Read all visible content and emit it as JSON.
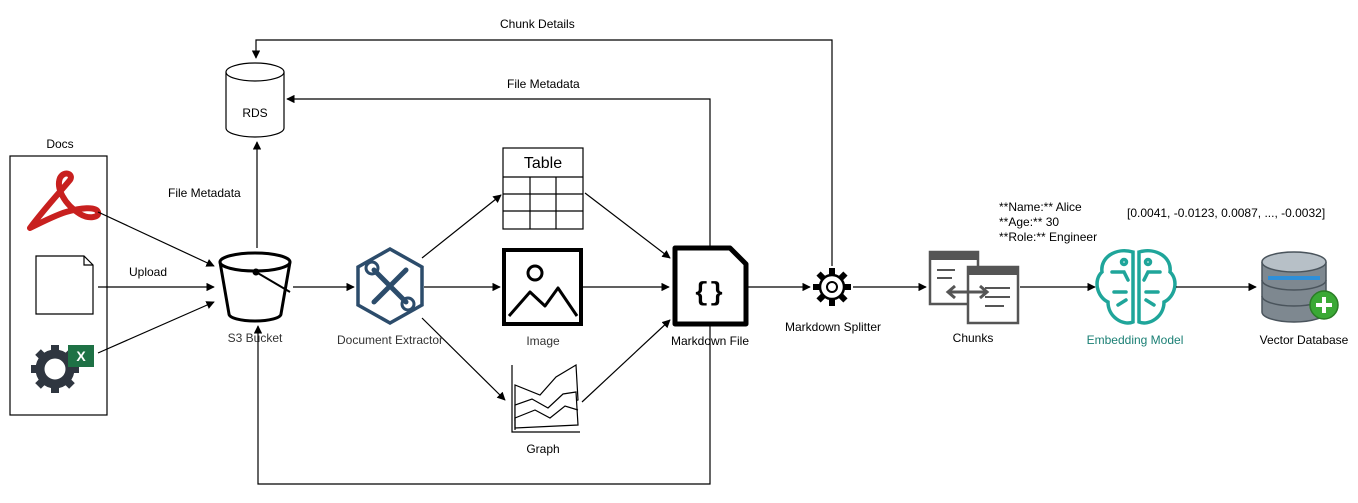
{
  "docs": {
    "title": "Docs"
  },
  "nodes": {
    "rds": "RDS",
    "s3": "S3 Bucket",
    "extractor": "Document Extractor",
    "table": "Table",
    "image": "Image",
    "graph": "Graph",
    "markdown_file": "Markdown File",
    "splitter": "Markdown Splitter",
    "chunks": "Chunks",
    "embedding": "Embedding Model",
    "vectordb": "Vector Database"
  },
  "edges": {
    "upload": "Upload",
    "file_metadata_up": "File Metadata",
    "file_metadata_top": "File Metadata",
    "chunk_details": "Chunk Details"
  },
  "chunk_sample": [
    "**Name:** Alice",
    "**Age:** 30",
    "**Role:** Engineer"
  ],
  "vector_sample": "[0.0041, -0.0123, 0.0087, ..., -0.0032]",
  "colors": {
    "pdf": "#c8201f",
    "excel": "#1e7145",
    "teal": "#1fa59a",
    "db_plus": "#3aa935",
    "icon_dark": "#2f3640"
  }
}
